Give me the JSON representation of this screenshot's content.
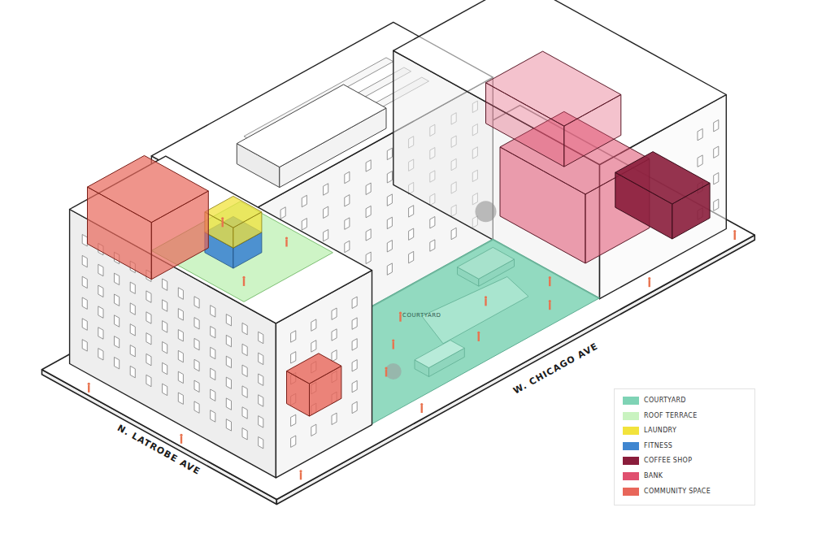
{
  "diagram": {
    "labels": [
      "COURTYARD",
      "W. CHICAGO AVE",
      "N. LATROBE AVE"
    ],
    "legend": [
      {
        "text": "COURTYARD",
        "color": "#7fd3b5"
      },
      {
        "text": "ROOF TERRACE",
        "color": "#c9f3c0"
      },
      {
        "text": "LAUNDRY",
        "color": "#f2e33c"
      },
      {
        "text": "FITNESS",
        "color": "#3f86d0"
      },
      {
        "text": "COFFEE SHOP",
        "color": "#8a1d3b"
      },
      {
        "text": "BANK",
        "color": "#e0506f"
      },
      {
        "text": "COMMUNITY SPACE",
        "color": "#e8665a"
      }
    ]
  }
}
